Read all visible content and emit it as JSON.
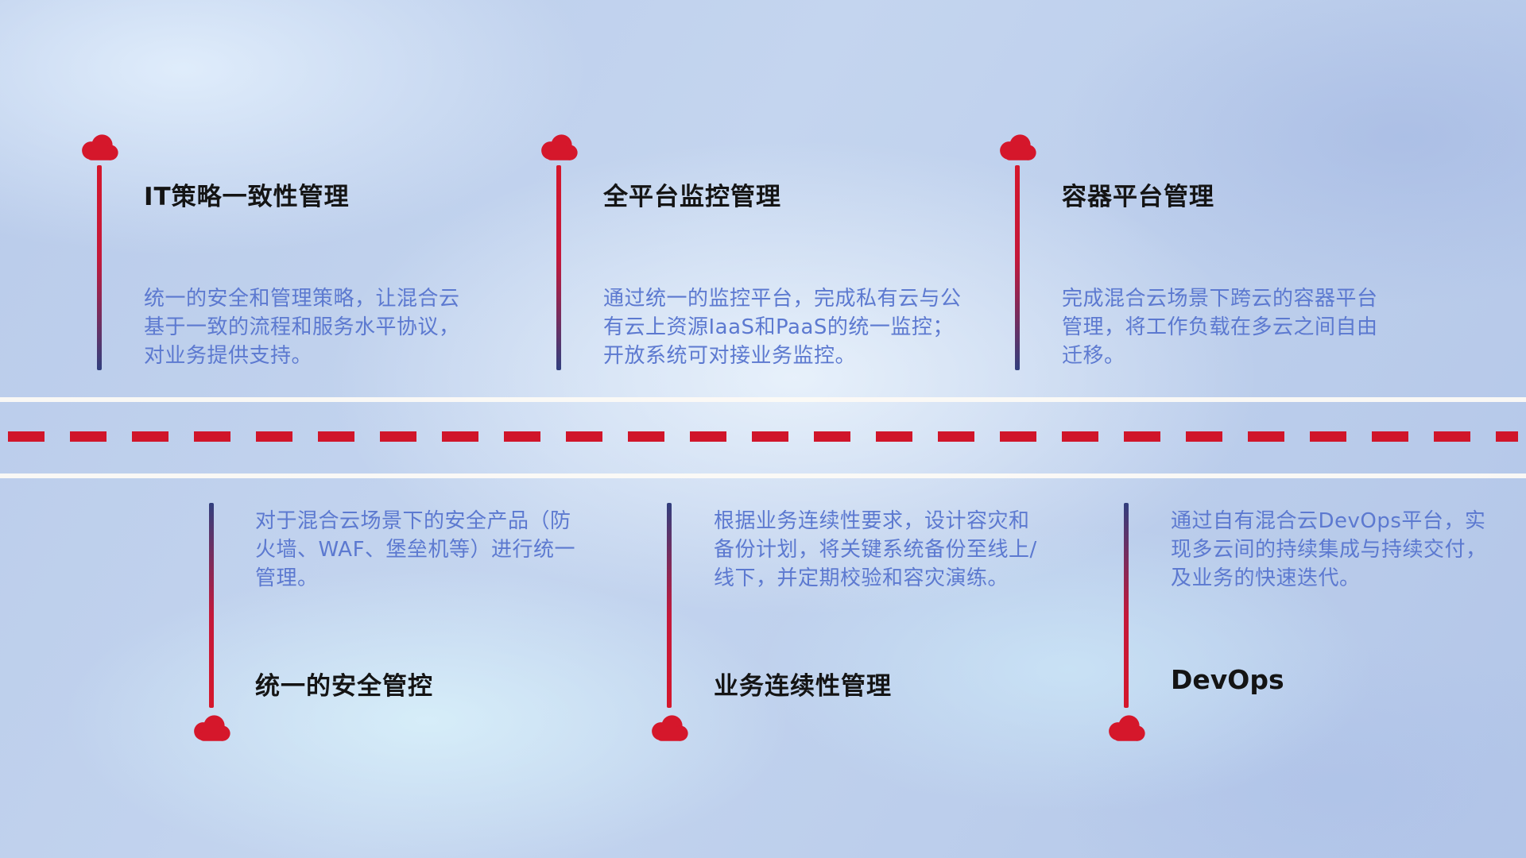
{
  "top_items": [
    {
      "title": "IT策略一致性管理",
      "description": "统一的安全和管理策略，让混合云基于一致的流程和服务水平协议，对业务提供支持。"
    },
    {
      "title": "全平台监控管理",
      "description": "通过统一的监控平台，完成私有云与公有云上资源IaaS和PaaS的统一监控；开放系统可对接业务监控。"
    },
    {
      "title": "容器平台管理",
      "description": "完成混合云场景下跨云的容器平台管理，将工作负载在多云之间自由迁移。"
    }
  ],
  "bottom_items": [
    {
      "title": "统一的安全管控",
      "description": "对于混合云场景下的安全产品（防火墙、WAF、堡垒机等）进行统一管理。"
    },
    {
      "title": "业务连续性管理",
      "description": "根据业务连续性要求，设计容灾和备份计划，将关键系统备份至线上/线下，并定期校验和容灾演练。"
    },
    {
      "title": "DevOps",
      "description": "通过自有混合云DevOps平台，实现多云间的持续集成与持续交付，及业务的快速迭代。"
    }
  ],
  "icons": {
    "cloud": "cloud-icon"
  },
  "colors": {
    "accent_red": "#d5172b",
    "navy": "#313f7e",
    "title_text": "#141414",
    "description_text": "#5c79d0",
    "road_white": "#fcfaf6"
  }
}
